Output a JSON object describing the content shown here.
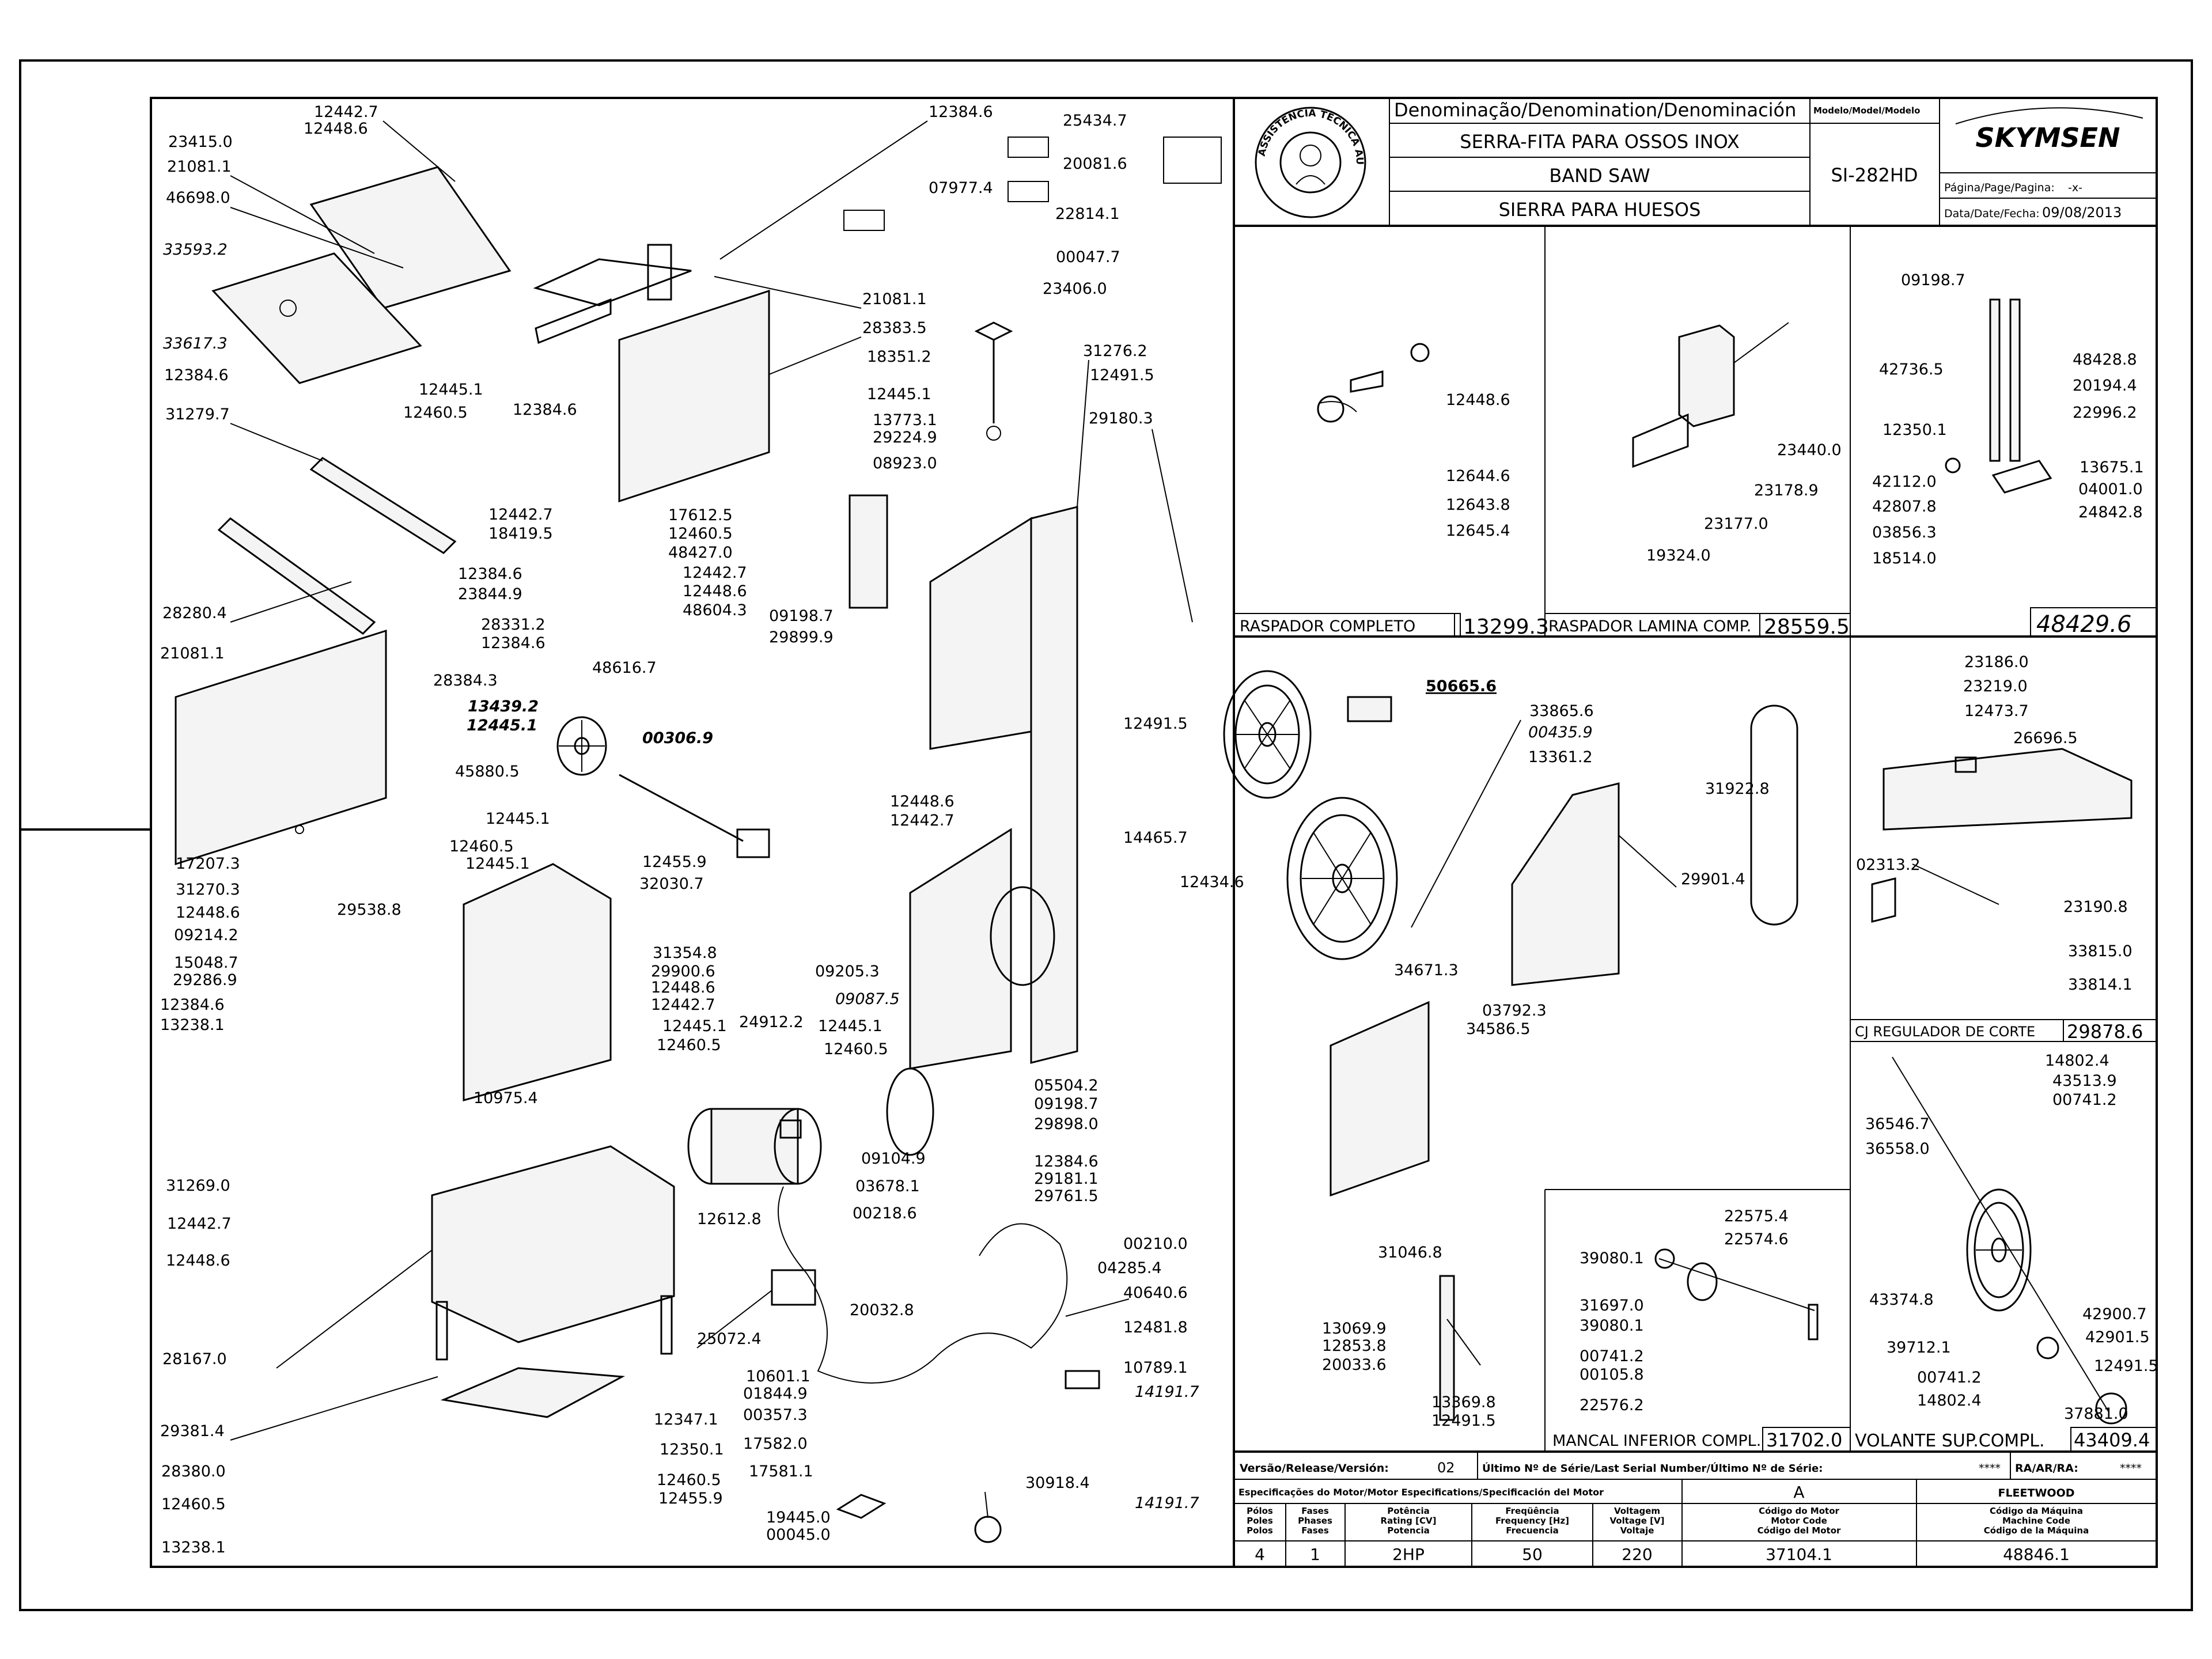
{
  "title_block": {
    "denomination_header": "Denominação/Denomination/Denominación",
    "model_header": "Modelo/Model/Modelo",
    "name_pt": "SERRA-FITA PARA OSSOS INOX",
    "name_en": "BAND SAW",
    "name_es": "SIERRA PARA HUESOS",
    "model": "SI-282HD",
    "brand": "SKYMSEN",
    "page_label": "Página/Page/Pagina:",
    "page_value": "-x-",
    "date_label": "Data/Date/Fecha:",
    "date_value": "09/08/2013",
    "seal_text": "ASSISTÊNCIA TÉCNICA AUTORIZADA"
  },
  "footer": {
    "version_label": "Versão/Release/Versión:",
    "version_value": "02",
    "serial_label": "Último Nº de Série/Last Serial Number/Último Nº de Série:",
    "serial_value": "****",
    "ra_label": "RA/AR/RA:",
    "ra_value": "****",
    "motor_spec_label": "Especificações do Motor/Motor Especifications/Specificación del Motor",
    "motor_class": "A",
    "motor_brand": "FLEETWOOD",
    "headers": [
      "Pólos\nPoles\nPolos",
      "Fases\nPhases\nFases",
      "Potência\nRating [CV]\nPotencia",
      "Freqüência\nFrequency [Hz]\nFrecuencia",
      "Voltagem\nVoltage [V]\nVoltaje",
      "Código do Motor\nMotor Code\nCódigo del Motor",
      "Código da Máquina\nMachine Code\nCódigo de la Máquina"
    ],
    "values": [
      "4",
      "1",
      "2HP",
      "50",
      "220",
      "37104.1",
      "48846.1"
    ]
  },
  "subassemblies": {
    "raspador_completo": {
      "label": "RASPADOR COMPLETO",
      "code": "13299.3"
    },
    "raspador_lamina": {
      "label": "RASPADOR LAMINA COMP.",
      "code": "28559.5"
    },
    "guide_assembly": {
      "code": "48429.6"
    },
    "regulador": {
      "label": "CJ REGULADOR DE CORTE",
      "code": "29878.6"
    },
    "mancal_inferior": {
      "label": "MANCAL INFERIOR COMPL.",
      "code": "31702.0"
    },
    "volante_sup": {
      "label": "VOLANTE SUP.COMPL.",
      "code": "43409.4"
    }
  },
  "labels": {
    "l01": "12442.7",
    "l02": "12448.6",
    "l03": "23415.0",
    "l04": "21081.1",
    "l05": "46698.0",
    "l06": "33593.2",
    "l07": "33617.3",
    "l08": "12384.6",
    "l09": "31279.7",
    "l10": "12445.1",
    "l11": "12460.5",
    "l12": "12384.6",
    "l13": "28280.4",
    "l14": "21081.1",
    "l15": "28384.3",
    "l16": "13439.2",
    "l17": "12445.1",
    "l18": "00306.9",
    "l19": "45880.5",
    "l20": "12445.1",
    "l21": "12455.9",
    "l22": "32030.7",
    "l23": "17207.3",
    "l24": "12460.5",
    "l25": "12445.1",
    "l26": "31270.3",
    "l27": "12448.6",
    "l28": "09214.2",
    "l29": "15048.7",
    "l30": "29286.9",
    "l31": "12384.6",
    "l32": "13238.1",
    "l33": "29538.8",
    "l34": "31354.8",
    "l35": "29900.6",
    "l36": "12448.6",
    "l37": "12442.7",
    "l38": "12445.1",
    "l39": "12460.5",
    "l40": "10975.4",
    "l41": "31269.0",
    "l42": "12442.7",
    "l43": "12448.6",
    "l44": "28167.0",
    "l45": "29381.4",
    "l46": "28380.0",
    "l47": "12460.5",
    "l48": "13238.1",
    "l49": "12347.1",
    "l50": "12350.1",
    "l51": "12460.5",
    "l52": "12455.9",
    "l53": "12384.6",
    "l54": "25434.7",
    "l55": "20081.6",
    "l56": "07977.4",
    "l57": "22814.1",
    "l58": "00047.7",
    "l59": "23406.0",
    "l60": "21081.1",
    "l61": "28383.5",
    "l62": "18351.2",
    "l63": "12445.1",
    "l64": "13773.1",
    "l65": "29224.9",
    "l66": "08923.0",
    "l67": "12442.7",
    "l68": "18419.5",
    "l69": "17612.5",
    "l70": "12460.5",
    "l71": "48427.0",
    "l72": "12442.7",
    "l73": "12448.6",
    "l74": "48604.3",
    "l75": "12384.6",
    "l76": "23844.9",
    "l77": "28331.2",
    "l78": "12384.6",
    "l79": "48616.7",
    "l80": "09198.7",
    "l81": "29899.9",
    "l82": "31276.2",
    "l83": "12491.5",
    "l84": "29180.3",
    "l85": "50665.6",
    "l86": "33865.6",
    "l87": "00435.9",
    "l88": "13361.2",
    "l89": "12491.5",
    "l90": "12448.6",
    "l91": "12442.7",
    "l92": "14465.7",
    "l93": "12434.6",
    "l94": "09205.3",
    "l95": "09087.5",
    "l96": "24912.2",
    "l97": "12445.1",
    "l98": "12460.5",
    "l99": "12612.8",
    "l100": "05504.2",
    "l101": "09198.7",
    "l102": "29898.0",
    "l103": "09104.9",
    "l104": "03678.1",
    "l105": "00218.6",
    "l106": "12384.6",
    "l107": "29181.1",
    "l108": "29761.5",
    "l109": "00210.0",
    "l110": "04285.4",
    "l111": "40640.6",
    "l112": "12481.8",
    "l113": "25072.4",
    "l114": "20032.8",
    "l115": "10789.1",
    "l116": "10601.1",
    "l117": "01844.9",
    "l118": "00357.3",
    "l119": "17582.0",
    "l120": "17581.1",
    "l121": "14191.7",
    "l122": "30918.4",
    "l123": "19445.0",
    "l124": "00045.0",
    "l125": "14191.7",
    "l126": "34671.3",
    "l127": "03792.3",
    "l128": "34586.5",
    "l129": "31922.8",
    "l130": "29901.4",
    "l131": "12448.6",
    "l132": "12644.6",
    "l133": "12643.8",
    "l134": "12645.4",
    "l135": "23440.0",
    "l136": "23178.9",
    "l137": "23177.0",
    "l138": "19324.0",
    "l139": "09198.7",
    "l140": "42736.5",
    "l141": "48428.8",
    "l142": "20194.4",
    "l143": "22996.2",
    "l144": "12350.1",
    "l145": "13675.1",
    "l146": "42112.0",
    "l147": "04001.0",
    "l148": "42807.8",
    "l149": "24842.8",
    "l150": "03856.3",
    "l151": "18514.0",
    "l152": "23186.0",
    "l153": "23219.0",
    "l154": "12473.7",
    "l155": "26696.5",
    "l156": "02313.2",
    "l157": "23190.8",
    "l158": "33815.0",
    "l159": "33814.1",
    "l160": "14802.4",
    "l161": "43513.9",
    "l162": "00741.2",
    "l163": "36546.7",
    "l164": "36558.0",
    "l165": "43374.8",
    "l166": "42900.7",
    "l167": "42901.5",
    "l168": "39712.1",
    "l169": "12491.5",
    "l170": "00741.2",
    "l171": "14802.4",
    "l172": "37881.0",
    "l173": "22575.4",
    "l174": "22574.6",
    "l175": "39080.1",
    "l176": "31697.0",
    "l177": "39080.1",
    "l178": "00741.2",
    "l179": "00105.8",
    "l180": "22576.2",
    "l181": "31046.8",
    "l182": "13069.9",
    "l183": "12853.8",
    "l184": "20033.6",
    "l185": "13369.8",
    "l186": "12491.5"
  }
}
